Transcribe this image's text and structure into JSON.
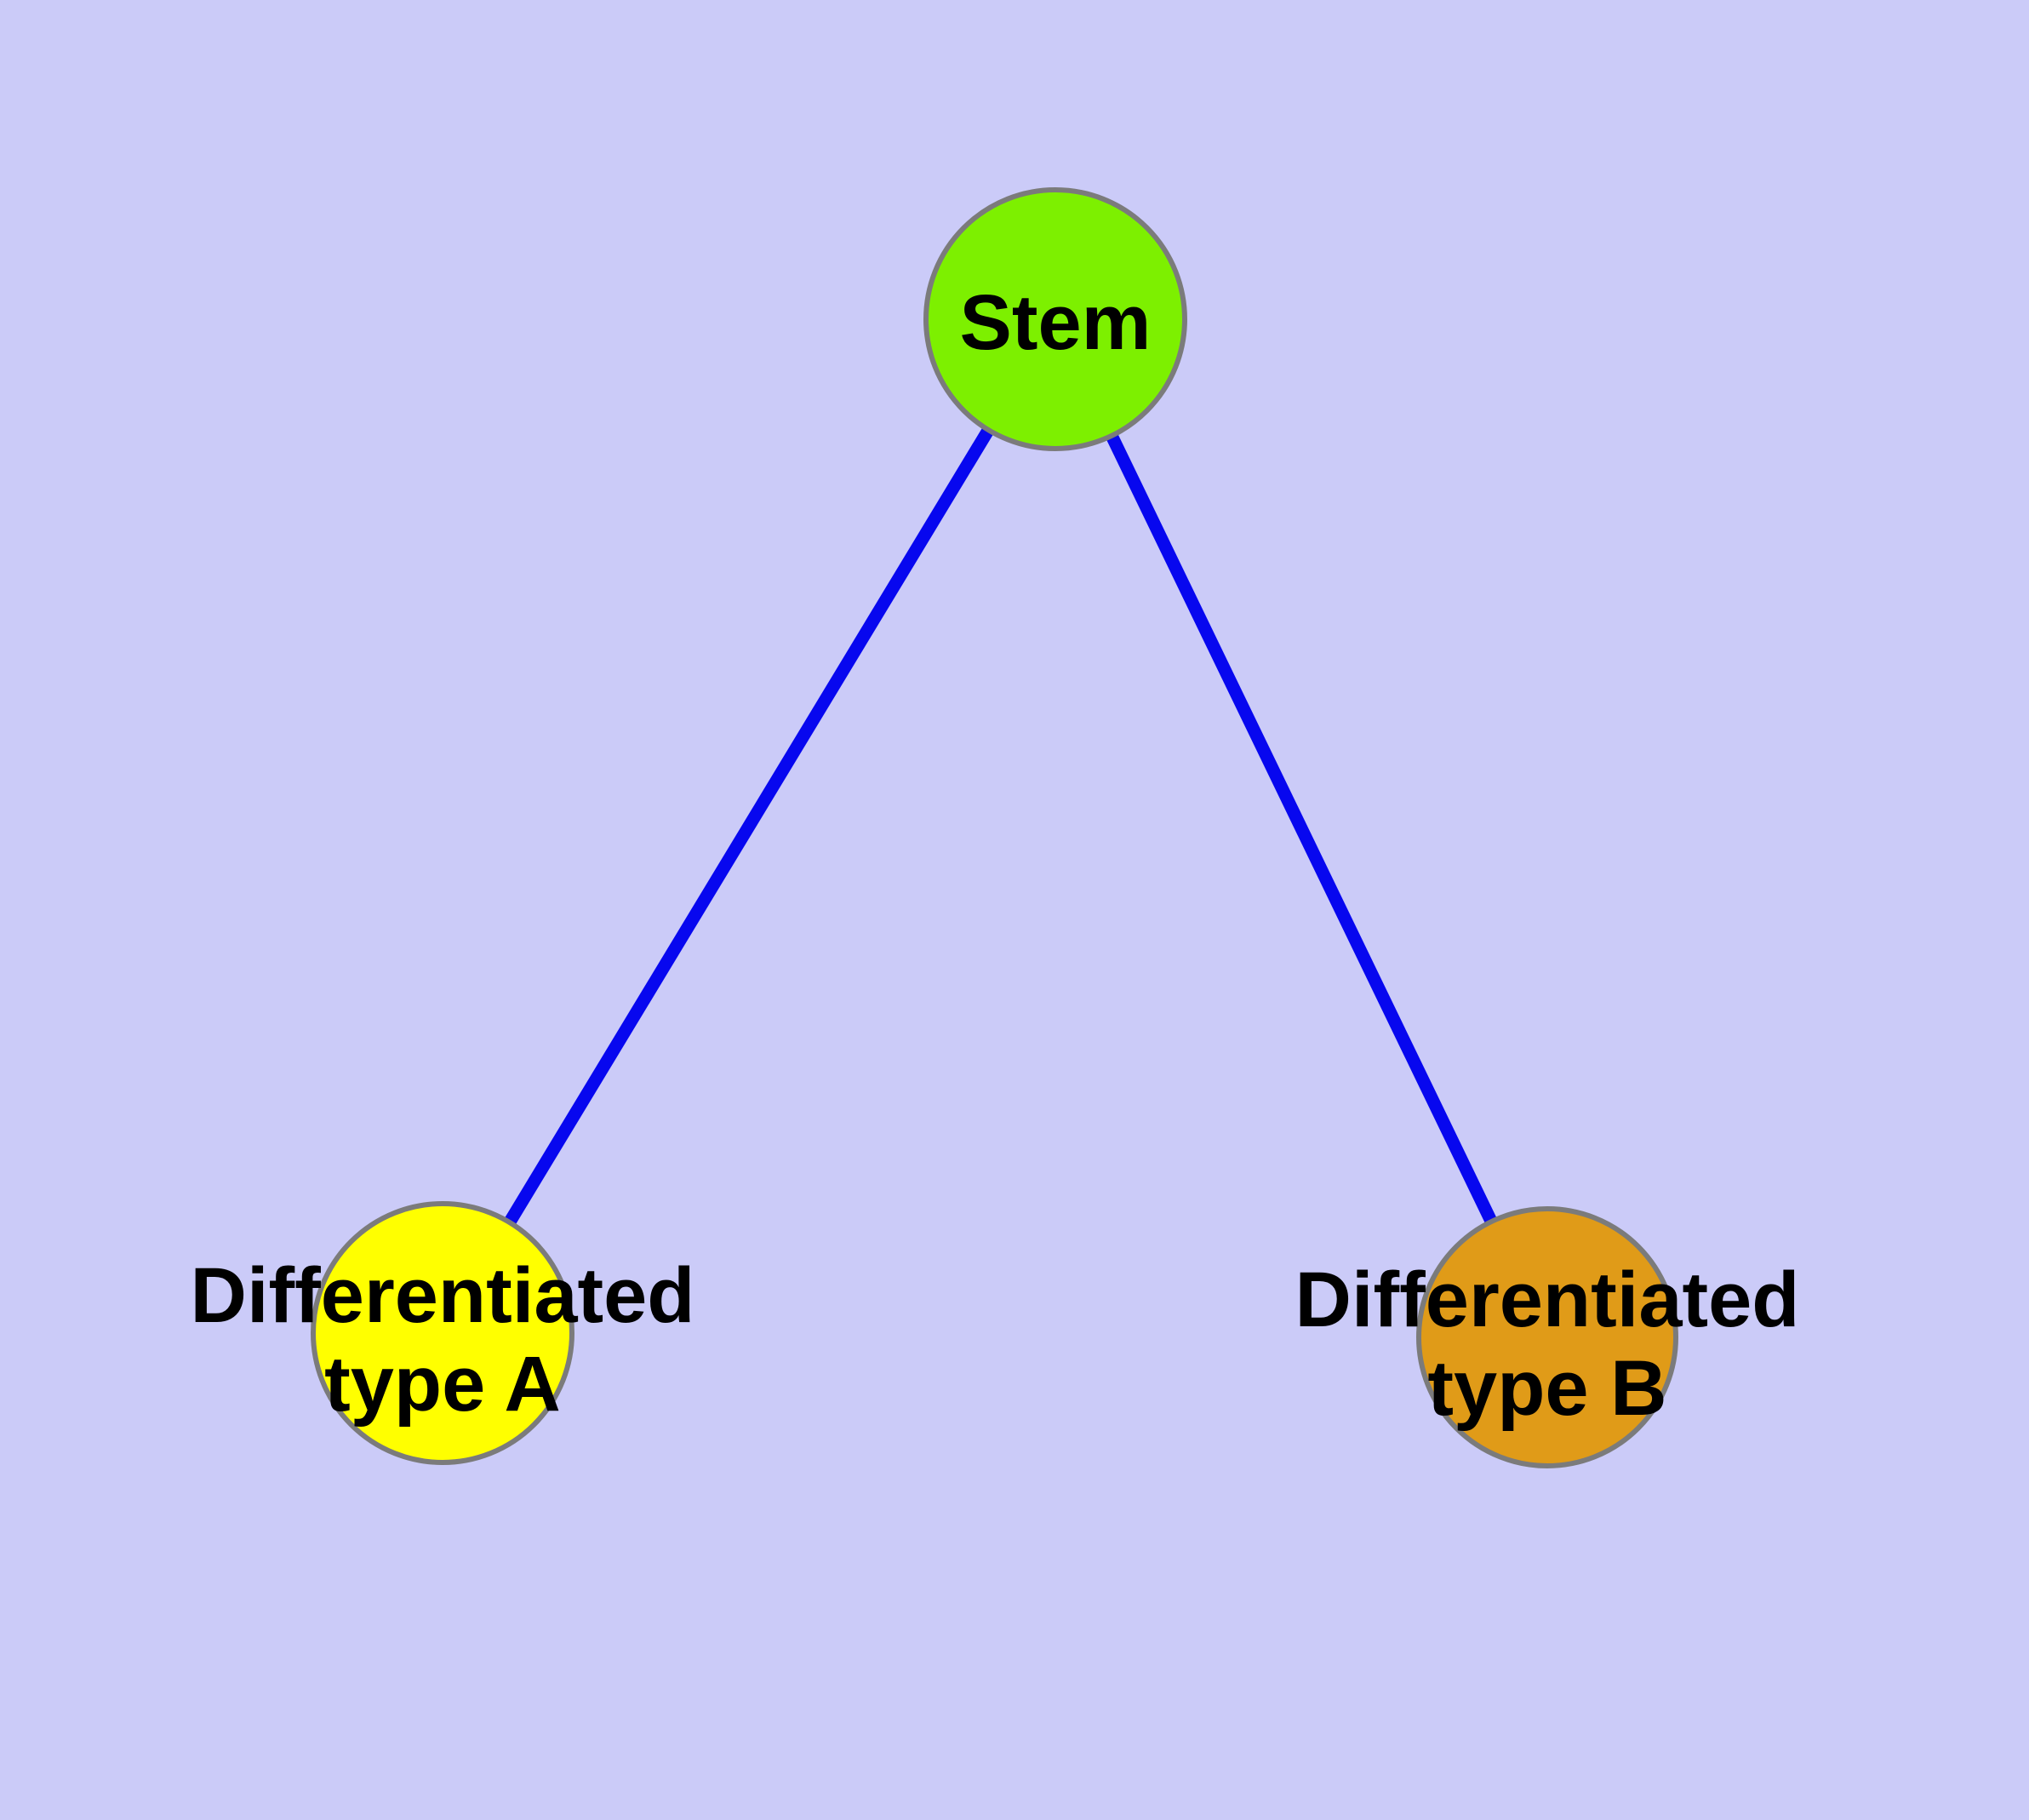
{
  "figure": {
    "type": "node-link-diagram",
    "title": "",
    "background_color": "#CBCBF8",
    "edge_color": "#0707EF",
    "node_border_color": "#7B7B7B",
    "label_color": "#000000",
    "nodes": {
      "stem": {
        "label": "Stem",
        "fill": "#7DF000"
      },
      "type_a": {
        "label_line1": "Differentiated",
        "label_line2": "type A",
        "fill": "#FFFF00"
      },
      "type_b": {
        "label_line1": "Differentiated",
        "label_line2": "type B",
        "fill": "#E09B18"
      }
    },
    "edges": [
      {
        "from": "Stem",
        "to": "Differentiated type A"
      },
      {
        "from": "Stem",
        "to": "Differentiated type B"
      }
    ]
  }
}
